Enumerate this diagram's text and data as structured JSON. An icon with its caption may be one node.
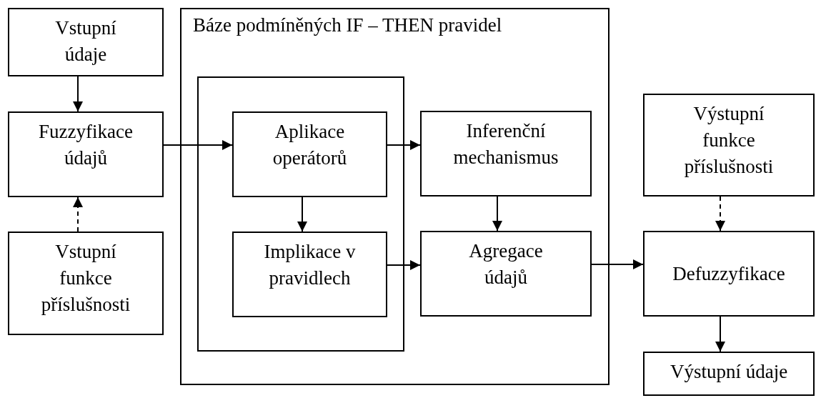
{
  "diagram": {
    "nodes": [
      {
        "text": [
          "Vstupní údaje"
        ]
      },
      {
        "text": [
          "Báze podmíněných IF – THEN pravidel"
        ]
      },
      {
        "text": [],
        "shape": "box",
        "in": 1
      },
      {
        "text": [
          "Aplikace operátorů"
        ],
        "in": 2
      },
      {
        "text": [
          "Inferenční mechanismus"
        ],
        "in": 1
      },
      {
        "text": [
          "Výstupní funkce příslušnosti"
        ]
      },
      {
        "text": [
          "Fuzzyfikace údajů"
        ]
      },
      {
        "text": [
          "Implikace v pravidlech"
        ],
        "in": 2
      },
      {
        "text": [
          "Agregace údajů"
        ],
        "in": 1
      },
      {
        "text": [
          "Defuzzyfikace"
        ]
      },
      {
        "text": [
          "Vstupní funkce příslušnosti"
        ]
      },
      {
        "text": [
          "Výstupní údaje"
        ]
      }
    ],
    "edges": [
      {
        "from": 0,
        "to": 6,
        "arrow": "to"
      },
      {
        "from": 10,
        "to": 6,
        "arrow": "to",
        "style": "dashed"
      },
      {
        "from": 6,
        "to": 3,
        "arrow": "to"
      },
      {
        "from": 3,
        "to": 4,
        "arrow": "to"
      },
      {
        "from": 3,
        "to": 7,
        "arrow": "to"
      },
      {
        "from": 4,
        "to": 8,
        "arrow": "to"
      },
      {
        "from": 7,
        "to": 8,
        "arrow": "to"
      },
      {
        "from": 8,
        "to": 9,
        "arrow": "to"
      },
      {
        "from": 5,
        "to": 9,
        "arrow": "to",
        "style": "dashed"
      },
      {
        "from": 9,
        "to": 11,
        "arrow": "to"
      }
    ]
  }
}
